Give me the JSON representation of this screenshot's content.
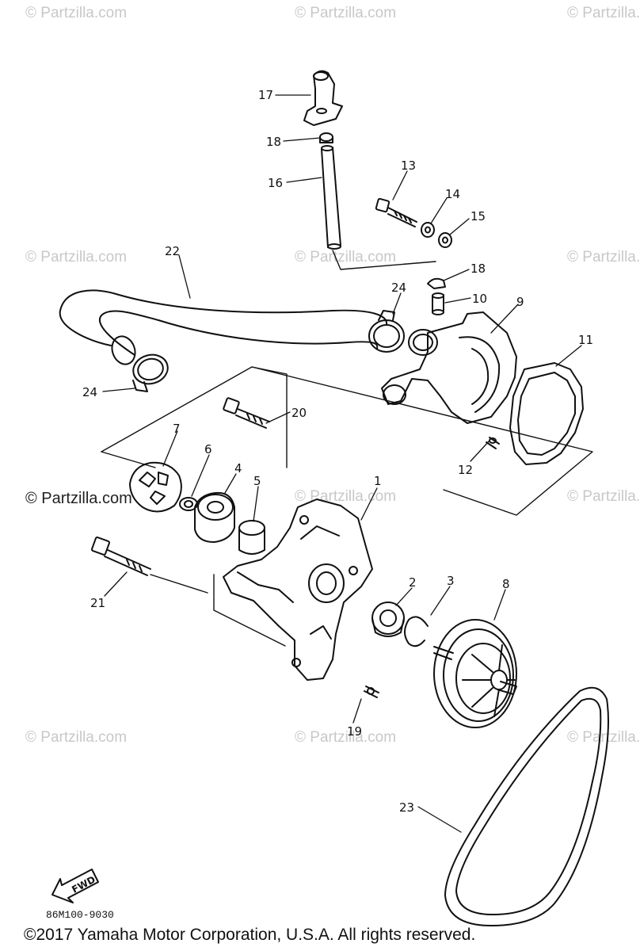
{
  "watermark": "© Partzilla.com",
  "diagram_code": "86M100-9030",
  "copyright": "©2017  Yamaha Motor Corporation, U.S.A. All rights reserved.",
  "direction_label": "FWD",
  "part_numbers": [
    "1",
    "2",
    "3",
    "4",
    "5",
    "6",
    "7",
    "8",
    "9",
    "10",
    "11",
    "12",
    "13",
    "14",
    "15",
    "16",
    "17",
    "18",
    "18",
    "19",
    "20",
    "21",
    "22",
    "23",
    "24",
    "24"
  ]
}
